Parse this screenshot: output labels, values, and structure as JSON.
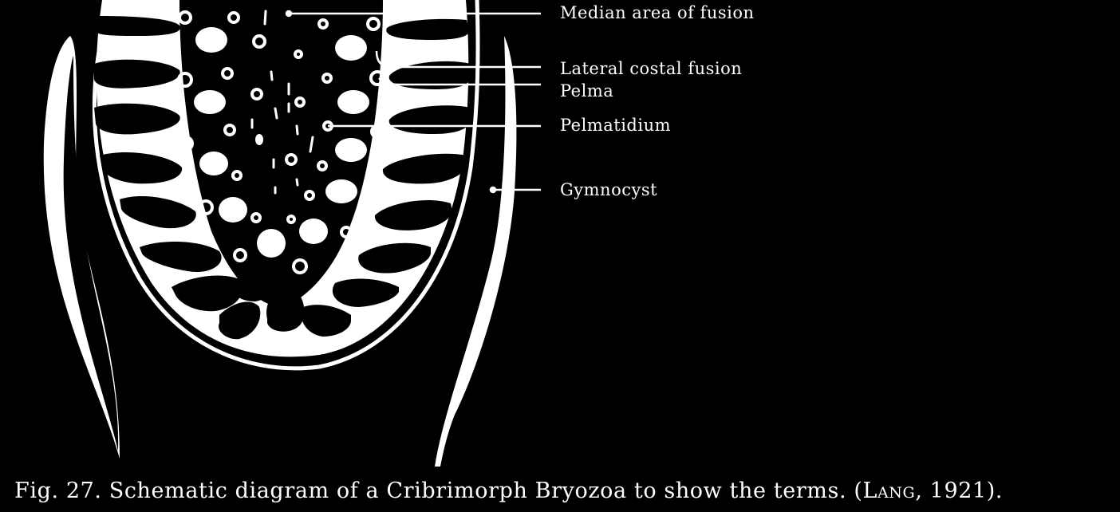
{
  "labels": {
    "median_area": "Median area of fusion",
    "lateral_costal": "Lateral costal fusion",
    "pelma": "Pelma",
    "pelmatidium": "Pelmatidium",
    "gymnocyst": "Gymnocyst"
  },
  "caption": {
    "prefix": "Fig. 27. Schematic diagram of a Cribrimorph Bryozoa to show the terms. (",
    "author": "Lang",
    "suffix": ", 1921)."
  },
  "colors": {
    "background": "#000000",
    "foreground": "#ffffff"
  }
}
